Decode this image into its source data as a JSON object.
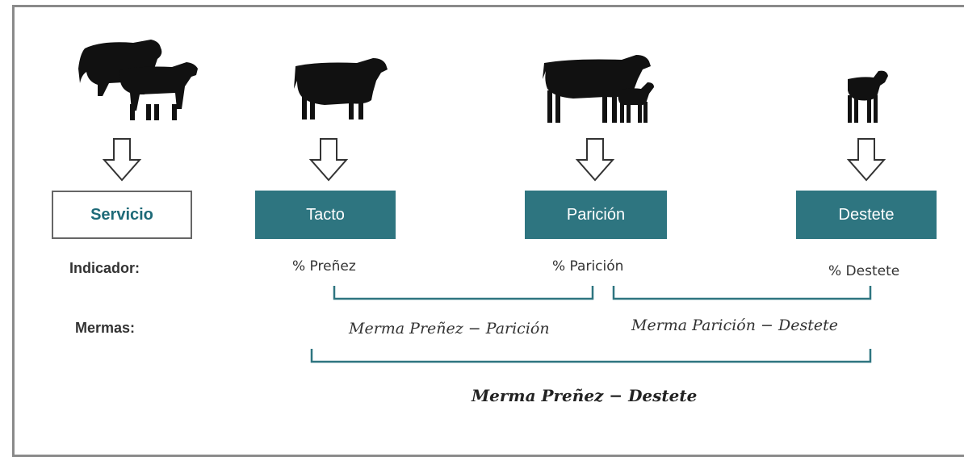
{
  "stages": [
    {
      "id": "servicio",
      "label": "Servicio",
      "style": "outline"
    },
    {
      "id": "tacto",
      "label": "Tacto",
      "style": "filled"
    },
    {
      "id": "paricion",
      "label": "Parición",
      "style": "filled"
    },
    {
      "id": "destete",
      "label": "Destete",
      "style": "filled"
    }
  ],
  "row_labels": {
    "indicador": "Indicador:",
    "mermas": "Mermas:"
  },
  "indicators": [
    {
      "id": "prenez",
      "text": "% Preñez"
    },
    {
      "id": "paricion",
      "text": "% Parición"
    },
    {
      "id": "destete",
      "text": "% Destete"
    }
  ],
  "mermas": [
    {
      "id": "prenez-paricion",
      "text": "Merma Preñez − Parición"
    },
    {
      "id": "paricion-destete",
      "text": "Merma Parición − Destete"
    },
    {
      "id": "prenez-destete",
      "text": "Merma Preñez − Destete"
    }
  ],
  "icons": [
    "bull-and-cow-icon",
    "pregnant-cow-icon",
    "cow-with-calf-icon",
    "calf-icon",
    "down-arrow-icon"
  ],
  "colors": {
    "teal": "#2e7580",
    "servicio_text": "#1e6a78",
    "bracket": "#2e7580",
    "border": "#8a8a8a"
  }
}
